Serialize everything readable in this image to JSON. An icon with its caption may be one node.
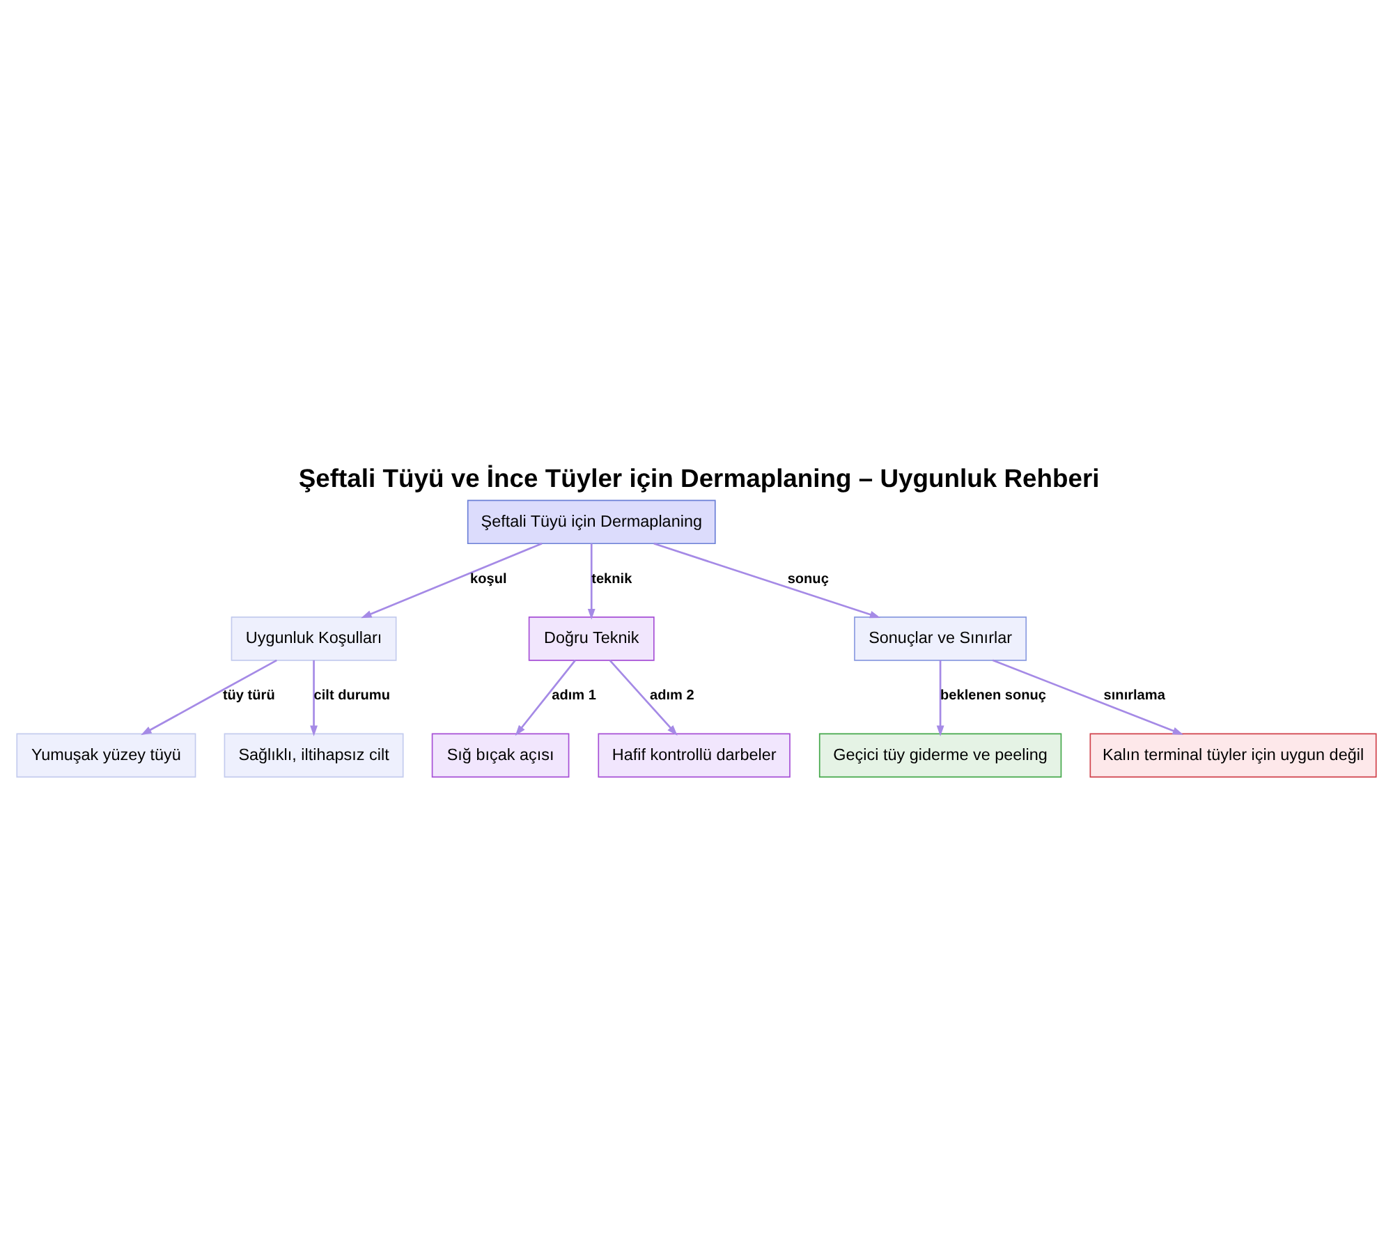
{
  "diagram": {
    "title": "Şeftali Tüyü ve İnce Tüyler için Dermaplaning – Uygunluk Rehberi",
    "nodes": [
      {
        "text": [
          "Şeftali Tüyü için Dermaplaning"
        ]
      },
      {
        "text": [
          "Uygunluk Koşulları"
        ]
      },
      {
        "text": [
          "Doğru Teknik"
        ]
      },
      {
        "text": [
          "Sonuçlar ve Sınırlar"
        ]
      },
      {
        "text": [
          "Yumuşak yüzey tüyü"
        ]
      },
      {
        "text": [
          "Sağlıklı, iltihapsız cilt"
        ]
      },
      {
        "text": [
          "Sığ bıçak açısı"
        ]
      },
      {
        "text": [
          "Hafif kontrollü darbeler"
        ]
      },
      {
        "text": [
          "Geçici tüy giderme ve peeling"
        ]
      },
      {
        "text": [
          "Kalın terminal tüyler için uygun değil"
        ]
      }
    ],
    "edges": [
      {
        "from": 0,
        "to": 1,
        "arrow": "to",
        "label": "koşul"
      },
      {
        "from": 0,
        "to": 2,
        "arrow": "to",
        "label": "teknik"
      },
      {
        "from": 0,
        "to": 3,
        "arrow": "to",
        "label": "sonuç"
      },
      {
        "from": 1,
        "to": 4,
        "arrow": "to",
        "label": "tüy türü"
      },
      {
        "from": 1,
        "to": 5,
        "arrow": "to",
        "label": "cilt durumu"
      },
      {
        "from": 2,
        "to": 6,
        "arrow": "to",
        "label": "adım 1"
      },
      {
        "from": 2,
        "to": 7,
        "arrow": "to",
        "label": "adım 2"
      },
      {
        "from": 3,
        "to": 8,
        "arrow": "to",
        "label": "beklenen sonuç"
      },
      {
        "from": 3,
        "to": 9,
        "arrow": "to",
        "label": "sınırlama"
      }
    ]
  }
}
